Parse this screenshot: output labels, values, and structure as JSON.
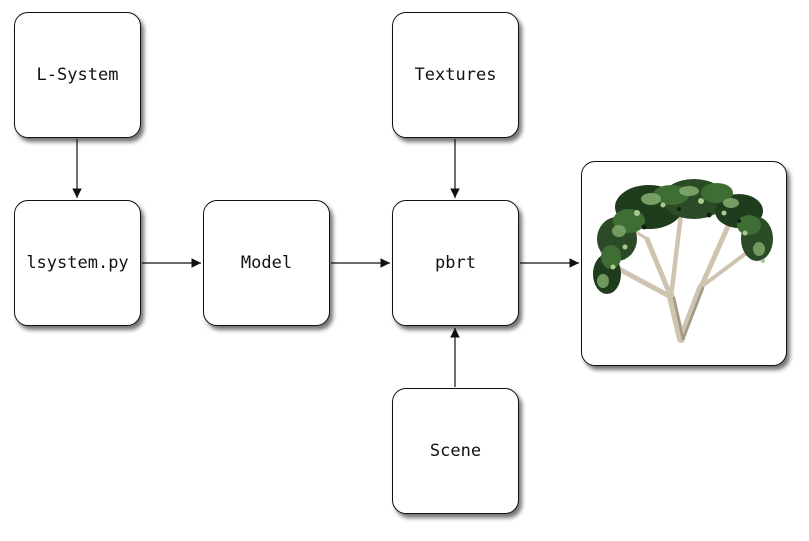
{
  "nodes": {
    "lsystem": {
      "label": "L-System"
    },
    "lsystem_py": {
      "label": "lsystem.py"
    },
    "model": {
      "label": "Model"
    },
    "textures": {
      "label": "Textures"
    },
    "pbrt": {
      "label": "pbrt"
    },
    "scene": {
      "label": "Scene"
    },
    "output": {
      "image": "rendered-tree-image"
    }
  },
  "edges": [
    {
      "from": "L-System",
      "to": "lsystem.py"
    },
    {
      "from": "lsystem.py",
      "to": "Model"
    },
    {
      "from": "Model",
      "to": "pbrt"
    },
    {
      "from": "Textures",
      "to": "pbrt"
    },
    {
      "from": "Scene",
      "to": "pbrt"
    },
    {
      "from": "pbrt",
      "to": "rendered-tree-image"
    }
  ],
  "colors": {
    "stroke": "#111111",
    "foliage_dark": "#1f3d1c",
    "foliage_mid": "#3f6e35",
    "foliage_light": "#7fa86a",
    "trunk": "#cfc4b0"
  }
}
